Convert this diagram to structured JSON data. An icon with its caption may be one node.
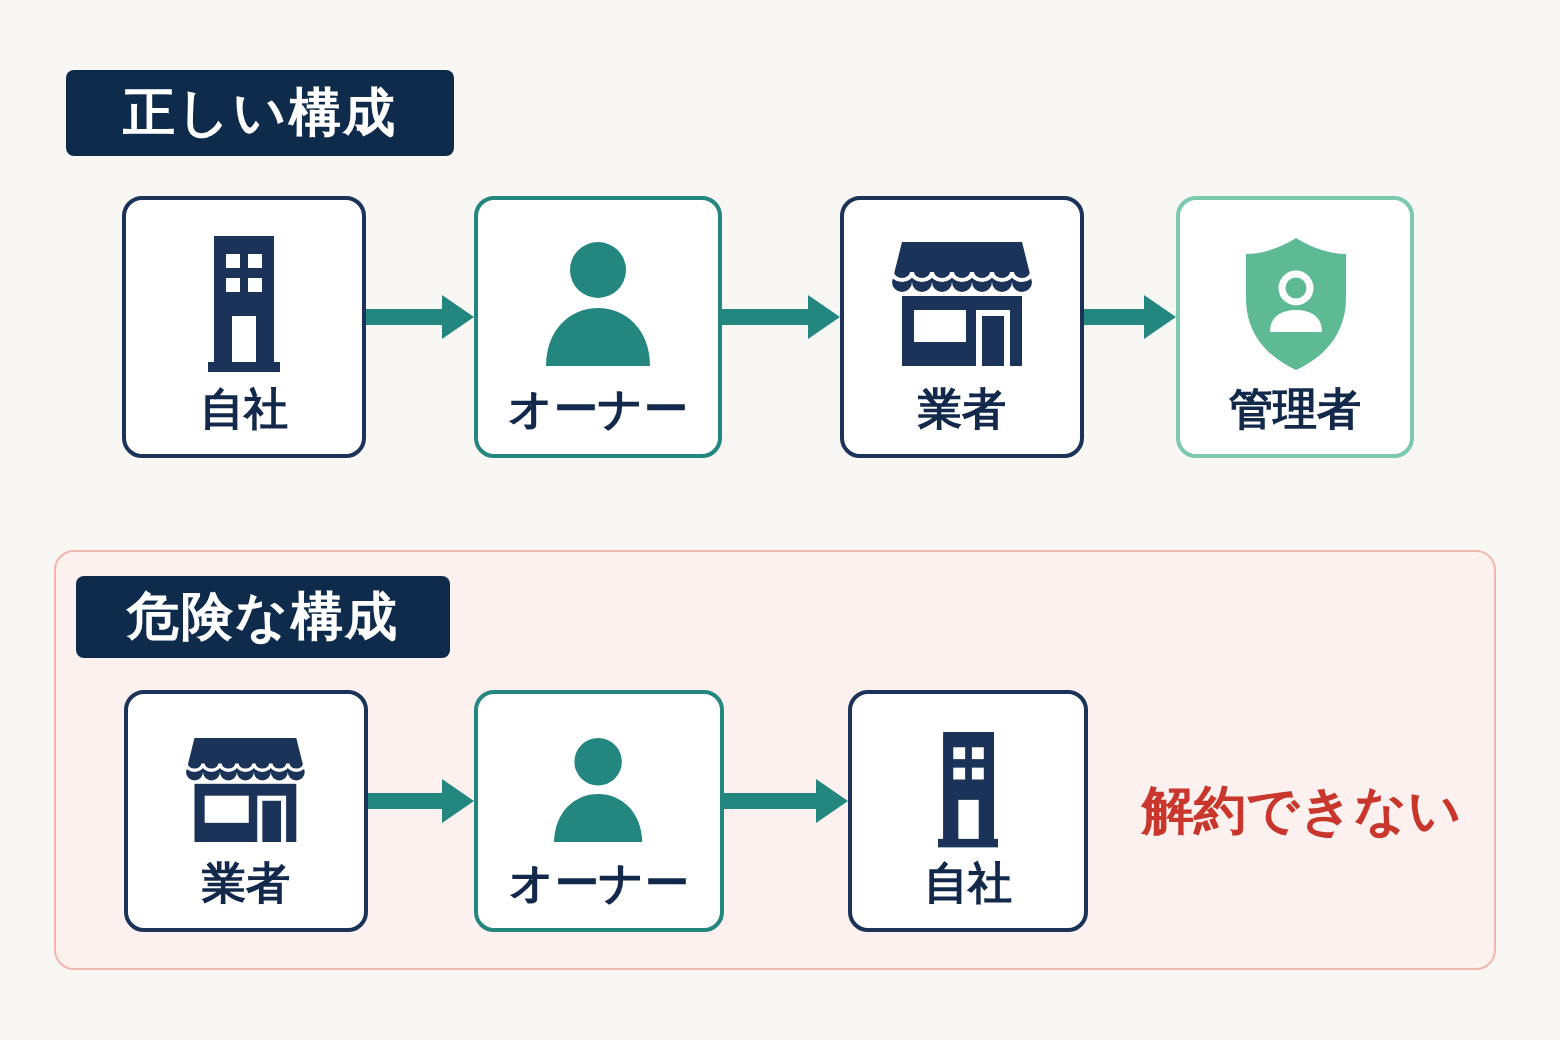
{
  "diagram": {
    "nodes": [
      {
        "text": [
          "正しい構成"
        ]
      },
      {
        "text": [
          "自社"
        ]
      },
      {
        "text": [
          "オーナー"
        ]
      },
      {
        "text": [
          "業者"
        ]
      },
      {
        "text": [
          "管理者"
        ]
      },
      {
        "text": [
          "解約できない"
        ]
      },
      {
        "text": [
          "危険な構成"
        ],
        "in": 5
      },
      {
        "text": [
          "業者"
        ],
        "in": 5
      },
      {
        "text": [
          "オーナー"
        ],
        "in": 5
      },
      {
        "text": [
          "自社"
        ],
        "in": 5
      }
    ],
    "edges": [
      {
        "from": 1,
        "to": 2,
        "arrow": "to"
      },
      {
        "from": 2,
        "to": 3,
        "arrow": "to"
      },
      {
        "from": 3,
        "to": 4,
        "arrow": "to"
      },
      {
        "from": 7,
        "to": 8,
        "arrow": "to"
      },
      {
        "from": 8,
        "to": 9,
        "arrow": "to"
      }
    ]
  }
}
